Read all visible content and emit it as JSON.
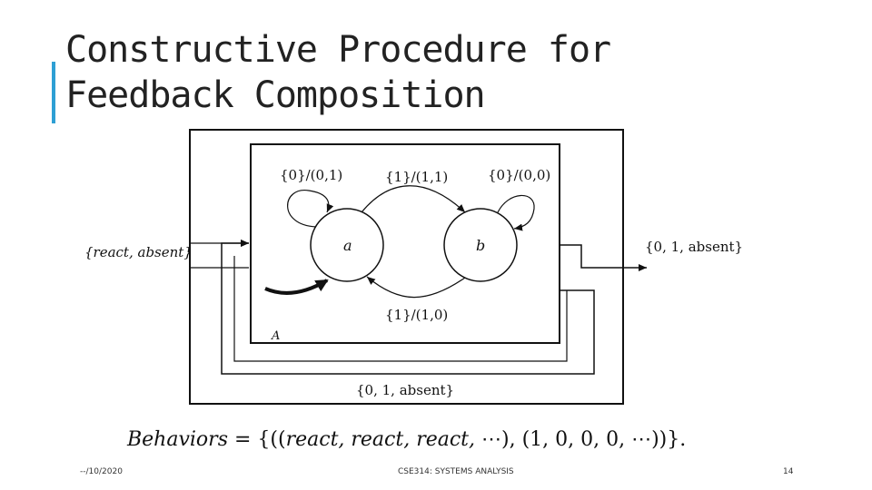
{
  "slide": {
    "title_line1": "Constructive Procedure for",
    "title_line2": "Feedback Composition",
    "accent_color": "#2e9fd4"
  },
  "diagram": {
    "input_label": "{react, absent}",
    "output_label": "{0, 1, absent}",
    "feedback_label": "{0, 1, absent}",
    "actor_label": "A",
    "states": [
      {
        "name": "a"
      },
      {
        "name": "b"
      }
    ],
    "transitions": {
      "a_self": "{0}/(0,1)",
      "a_to_b": "{1}/(1,1)",
      "b_self": "{0}/(0,0)",
      "b_to_a": "{1}/(1,0)"
    }
  },
  "behaviors": {
    "label": "Behaviors",
    "equals": " = ",
    "open": "{((",
    "inputs": "react, react, react,",
    "mid": " ⋯), (1, 0, 0, 0, ⋯))}."
  },
  "footer": {
    "date": "--/10/2020",
    "course": "CSE314: SYSTEMS ANALYSIS",
    "page": "14"
  }
}
